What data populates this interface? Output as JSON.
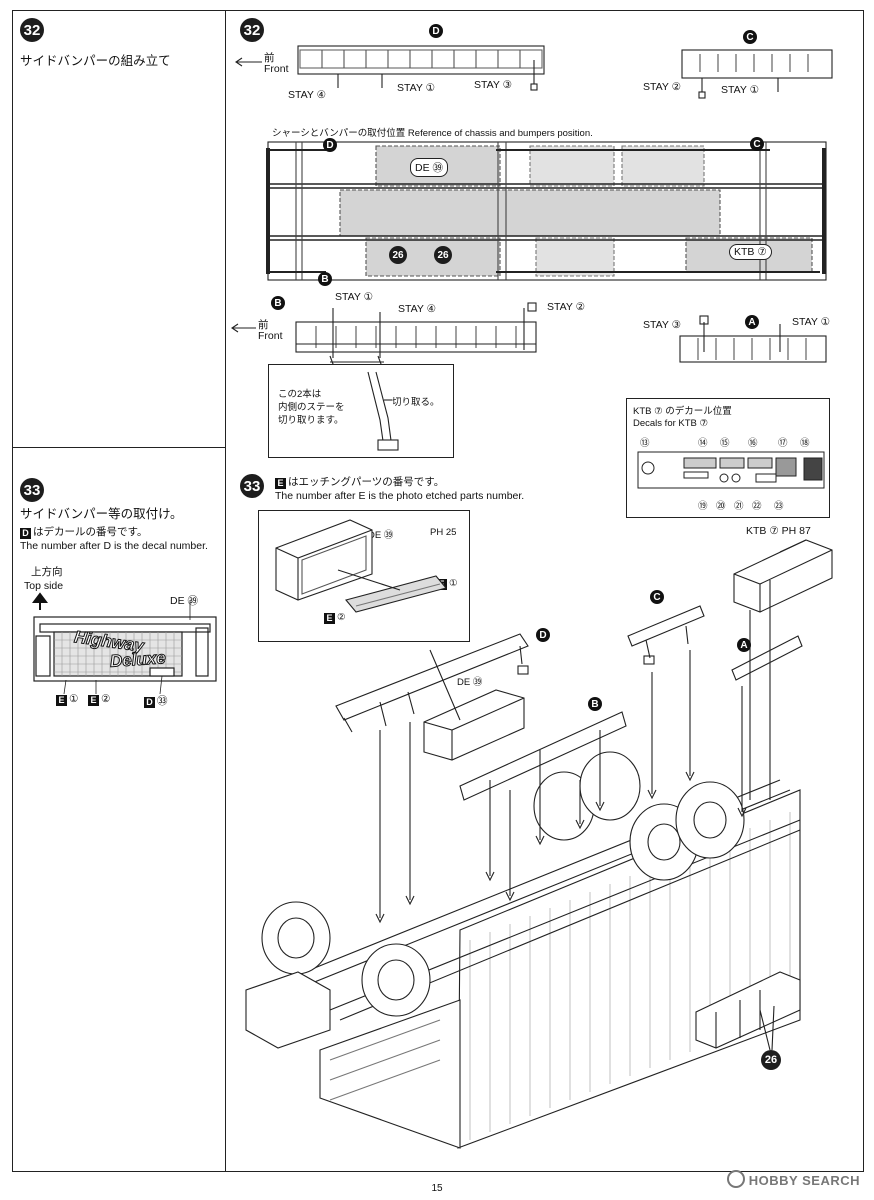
{
  "left": {
    "step32_num": "32",
    "step32_title": "サイドバンパーの組み立て",
    "step33_num": "33",
    "step33_title": "サイドバンパー等の取付け。",
    "decal_note_jp": "はデカールの番号です。",
    "decal_note_en": "The number after D is the decal number.",
    "topdir_jp": "上方向",
    "topdir_en": "Top side",
    "de39": "DE ㊴",
    "e1": "①",
    "e2": "②",
    "d33": "㉝",
    "decal_text1": "Highway",
    "decal_text2": "Deluxe"
  },
  "main": {
    "step32_num": "32",
    "step33_num": "33",
    "letter_a": "A",
    "letter_b": "B",
    "letter_c": "C",
    "letter_d": "D",
    "front_jp": "前",
    "front_en": "Front",
    "stay1": "STAY ①",
    "stay2": "STAY ②",
    "stay3": "STAY ③",
    "stay4": "STAY ④",
    "chassis_ref": "シャーシとバンパーの取付位置 Reference of chassis and bumpers position.",
    "de39": "DE ㊴",
    "n26": "26",
    "ktb7": "KTB ⑦",
    "cut_note_jp1": "この2本は",
    "cut_note_jp2": "内側のステーを",
    "cut_note_jp3": "切り取ります。",
    "cut_label": "切り取る。",
    "ktb_decal_jp": "KTB ⑦ のデカール位置",
    "ktb_decal_en": "Decals for KTB ⑦",
    "decal_nums_top": [
      "⑬",
      "⑭",
      "⑮",
      "⑯",
      "⑰",
      "⑱"
    ],
    "decal_nums_bottom": [
      "⑲",
      "⑳",
      "㉑",
      "㉒",
      "㉓"
    ],
    "etch_note_jp": "はエッチングパーツの番号です。",
    "etch_note_en": "The number after E is the photo etched parts number.",
    "inset_de39": "DE ㊴",
    "inset_ph25": "PH 25",
    "inset_e1": "①",
    "inset_e2": "②",
    "ktb7_ph87": "KTB ⑦  PH 87",
    "de39_box": "DE ㊴",
    "n26_bottom": "26"
  },
  "footer": {
    "page_number": "15",
    "watermark": "HOBBY SEARCH"
  },
  "colors": {
    "line": "#222222",
    "gray_fill": "#d4d4d4",
    "badge": "#1d1d1d"
  }
}
